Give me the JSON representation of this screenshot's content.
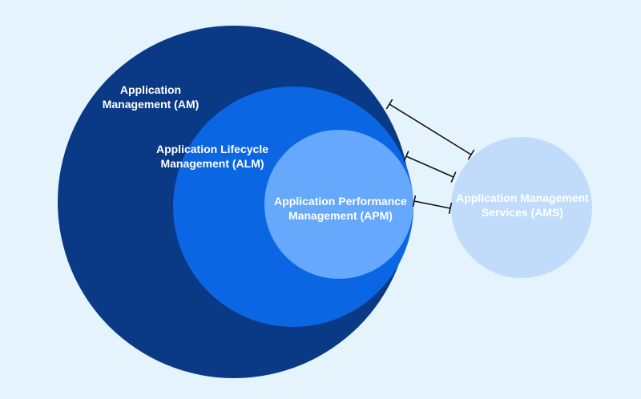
{
  "diagram": {
    "background": "#e4f3fc",
    "nodes": [
      {
        "id": "am",
        "lines": [
          "Application",
          "Management (AM)"
        ],
        "color": "#0a3a86"
      },
      {
        "id": "alm",
        "lines": [
          "Application Lifecycle",
          "Management (ALM)"
        ],
        "color": "#0b66e4"
      },
      {
        "id": "apm",
        "lines": [
          "Application Performance",
          "Management (APM)"
        ],
        "color": "#66a8fb"
      },
      {
        "id": "ams",
        "lines": [
          "Application Management",
          "Services (AMS)"
        ],
        "color": "#c1dcfb"
      }
    ],
    "connectors": [
      {
        "from": "ams",
        "to": "am"
      },
      {
        "from": "ams",
        "to": "alm"
      },
      {
        "from": "ams",
        "to": "apm"
      }
    ]
  }
}
